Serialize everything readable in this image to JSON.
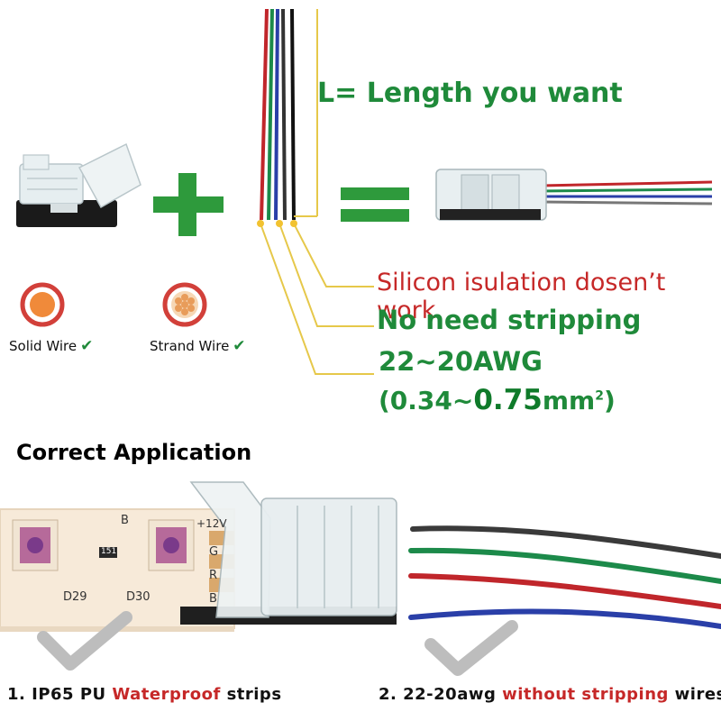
{
  "top_labels": {
    "length": "L= Length you want",
    "silicon": "Silicon isulation dosen’t work",
    "no_strip": "No need stripping",
    "awg": "22~20AWG",
    "mm_prefix": "(0.34~",
    "mm_big": "0.75",
    "mm_unit": "mm",
    "mm_sup": "2",
    "mm_suffix": ")"
  },
  "wire_types": {
    "solid": "Solid Wire",
    "strand": "Strand Wire",
    "check_icon": "check-icon"
  },
  "section_title": "Correct Application",
  "strip_marks": {
    "b": "B",
    "v12": "+12V",
    "g": "G",
    "r": "R",
    "b2": "B",
    "d29": "D29",
    "d30": "D30",
    "resistor": "151"
  },
  "captions": {
    "cap1_prefix": "1. IP65 PU ",
    "cap1_hl": "Waterproof",
    "cap1_suffix": " strips",
    "cap2_prefix": "2. 22-20awg ",
    "cap2_hl": "without stripping",
    "cap2_suffix": " wires"
  },
  "colors": {
    "green_text": "#1f8a3a",
    "red_text": "#c62828",
    "leader_line": "#e6c84a",
    "wire_red": "#c0262b",
    "wire_green": "#1c8a4a",
    "wire_blue": "#2a3fa8",
    "wire_black": "#333333"
  }
}
